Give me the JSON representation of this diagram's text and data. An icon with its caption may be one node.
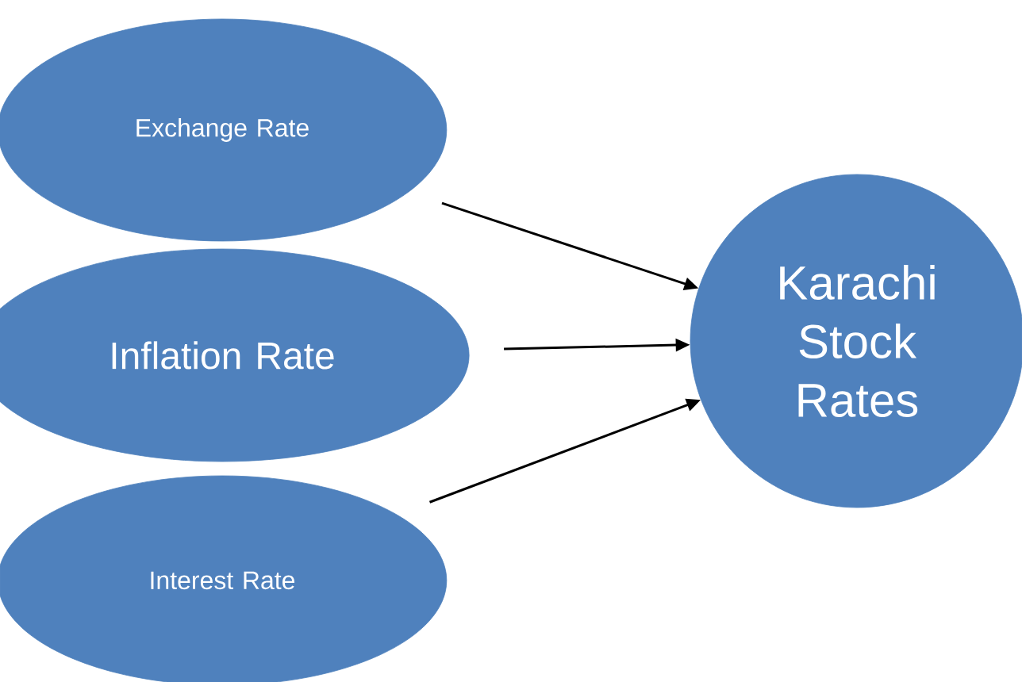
{
  "diagram": {
    "nodes": [
      {
        "text": [
          "Exchange Rate"
        ]
      },
      {
        "text": [
          "Inflation Rate"
        ]
      },
      {
        "text": [
          "Interest Rate"
        ]
      },
      {
        "text": [
          "Karachi Stock Rates"
        ]
      }
    ],
    "edges": [
      {
        "from": 0,
        "to": 3,
        "arrow": "to"
      },
      {
        "from": 1,
        "to": 3,
        "arrow": "to"
      },
      {
        "from": 2,
        "to": 3,
        "arrow": "to"
      }
    ]
  }
}
